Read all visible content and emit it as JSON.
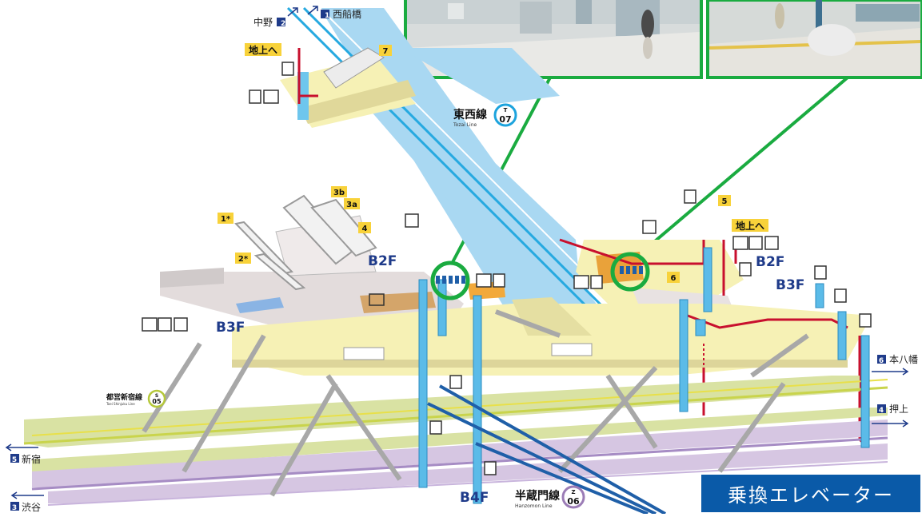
{
  "directions": {
    "nakano": "中野",
    "nakano_num": "2",
    "nishifunabashi": "西船橋",
    "nishifunabashi_num": "1",
    "motoyawata": "本八幡",
    "motoyawata_num": "6",
    "oshiage": "押上",
    "oshiage_num": "4",
    "shinjuku": "新宿",
    "shinjuku_num": "5",
    "shibuya": "渋谷",
    "shibuya_num": "3"
  },
  "lines": {
    "tozai": {
      "name": "東西線",
      "romaji": "Tozai Line",
      "letter": "T",
      "number": "07",
      "color": "#1ca3dd"
    },
    "shinjuku": {
      "name": "都営新宿線",
      "romaji": "Toei Shinjuku Line",
      "letter": "S",
      "number": "05",
      "color": "#b5c83a"
    },
    "hanzomon": {
      "name": "半蔵門線",
      "romaji": "Hanzomon Line",
      "letter": "Z",
      "number": "06",
      "color": "#9b7cb6"
    }
  },
  "floors": {
    "b2f_left": "B2F",
    "b2f_right": "B2F",
    "b3f_left": "B3F",
    "b3f_right": "B3F",
    "b4f": "B4F"
  },
  "exits": {
    "e7": "7",
    "e5": "5",
    "e6": "6",
    "e3b": "3b",
    "e3a": "3a",
    "e4": "4",
    "e1star": "1*",
    "e2star": "2*",
    "to_ground_left": "地上へ",
    "to_ground_right": "地上へ"
  },
  "callout": {
    "label": "乗換エレベーター"
  },
  "colors": {
    "highlight": "#1aab40",
    "tozai_floor": "#a9d8f2",
    "concourse": "#f6f1b5",
    "shinjuku_platform": "#d9e2a3",
    "hanzomon_platform": "#d6c6e2",
    "route_red": "#c8102e"
  }
}
